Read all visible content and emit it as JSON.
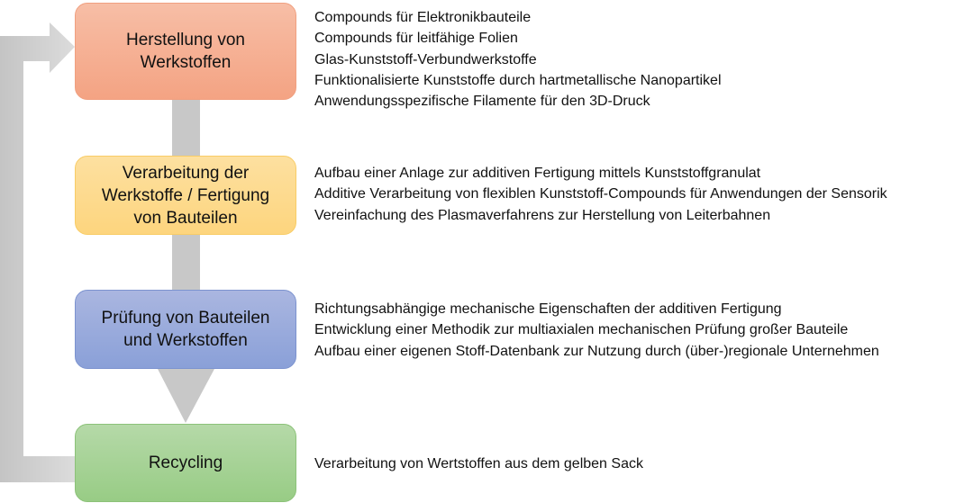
{
  "steps": [
    {
      "title": "Herstellung von Werkstoffen",
      "color": "#f4a383",
      "items": [
        "Compounds für Elektronikbauteile",
        "Compounds für leitfähige Folien",
        "Glas-Kunststoff-Verbundwerkstoffe",
        "Funktionalisierte Kunststoffe durch hartmetallische Nanopartikel",
        "Anwendungsspezifische Filamente für den 3D-Druck"
      ]
    },
    {
      "title": "Verarbeitung der Werkstoffe / Fertigung von Bauteilen",
      "color": "#fdd57e",
      "items": [
        "Aufbau einer Anlage zur additiven Fertigung mittels Kunststoffgranulat",
        "Additive Verarbeitung von flexiblen Kunststoff-Compounds für Anwendungen der Sensorik",
        "Vereinfachung des Plasmaverfahrens zur Herstellung von Leiterbahnen"
      ]
    },
    {
      "title": "Prüfung von Bauteilen und Werkstoffen",
      "color": "#8aa0d8",
      "items": [
        "Richtungsabhängige mechanische Eigenschaften der additiven Fertigung",
        "Entwicklung einer Methodik zur multiaxialen mechanischen Prüfung großer Bauteile",
        "Aufbau einer eigenen Stoff-Datenbank zur Nutzung durch (über-)regionale Unternehmen"
      ]
    },
    {
      "title": "Recycling",
      "color": "#98cc85",
      "items": [
        "Verarbeitung von Wertstoffen aus dem gelben Sack"
      ]
    }
  ]
}
